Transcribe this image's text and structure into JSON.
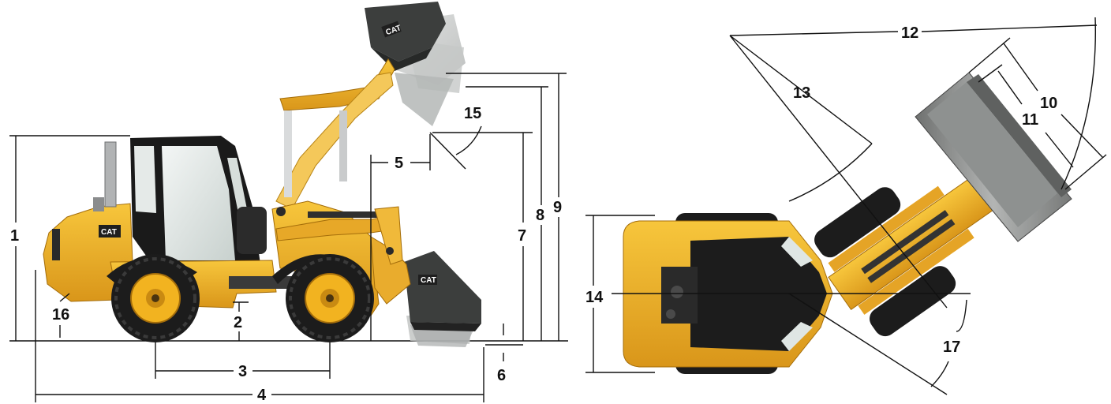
{
  "brand_logo": "CAT",
  "colors": {
    "body_yellow": "#f2b320",
    "body_shade": "#c98a12",
    "tire": "#1c1c1c",
    "tire_tread": "#3a3a3a",
    "rim": "#f2b320",
    "glass": "#dfe6e4",
    "cab_frame": "#1a1a1a",
    "bucket": "#3c3e3d",
    "bucket_ghost": "#b9bcbb",
    "steel": "#9b9d9e",
    "line": "#111111"
  },
  "dimensions": {
    "d1": "1",
    "d2": "2",
    "d3": "3",
    "d4": "4",
    "d5": "5",
    "d6": "6",
    "d7": "7",
    "d8": "8",
    "d9": "9",
    "d10": "10",
    "d11": "11",
    "d12": "12",
    "d13": "13",
    "d14": "14",
    "d15": "15",
    "d16": "16",
    "d17": "17"
  }
}
